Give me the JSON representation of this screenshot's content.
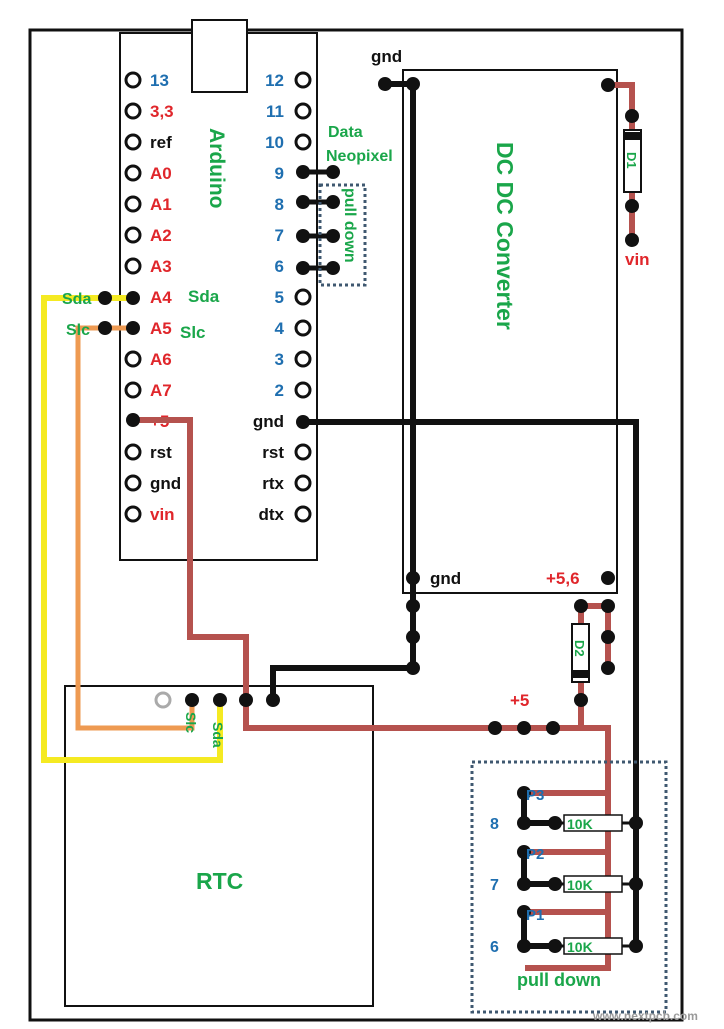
{
  "arduino": {
    "title": "Arduino",
    "left_pins": [
      "13",
      "3,3",
      "ref",
      "A0",
      "A1",
      "A2",
      "A3",
      "A4",
      "A5",
      "A6",
      "A7",
      "+5",
      "rst",
      "gnd",
      "vin"
    ],
    "right_pins": [
      "12",
      "11",
      "10",
      "9",
      "8",
      "7",
      "6",
      "5",
      "4",
      "3",
      "2",
      "gnd",
      "rst",
      "rtx",
      "dtx"
    ],
    "sda_label": "Sda",
    "slc_label": "Slc"
  },
  "labels": {
    "data": "Data",
    "neopixel": "Neopixel",
    "pull_down_vertical": "pull down",
    "wire_sda": "Sda",
    "wire_slc": "Slc",
    "gnd_top": "gnd",
    "vin": "vin",
    "d1": "D1",
    "d2": "D2",
    "gnd_bottom": "gnd",
    "plus_5_6": "+5,6",
    "plus_5": "+5",
    "rtc_slc": "Slc",
    "rtc_sda": "Sda",
    "pull_down_box": "pull down"
  },
  "converter": {
    "title": "DC DC Converter"
  },
  "rtc": {
    "title": "RTC"
  },
  "pulldown": {
    "rows": [
      {
        "p": "P3",
        "pin": "8",
        "res": "10K"
      },
      {
        "p": "P2",
        "pin": "7",
        "res": "10K"
      },
      {
        "p": "P1",
        "pin": "6",
        "res": "10K"
      }
    ]
  },
  "watermark": "www.nextpcb.com",
  "colors": {
    "wire_black": "#111111",
    "wire_red": "#b5524e",
    "wire_yellow": "#f5ea22",
    "wire_orange": "#ee9a52",
    "text_blue": "#1f6fb0",
    "text_red": "#e0262b",
    "text_green": "#1aa64a",
    "dashed_box": "#3f5870"
  }
}
